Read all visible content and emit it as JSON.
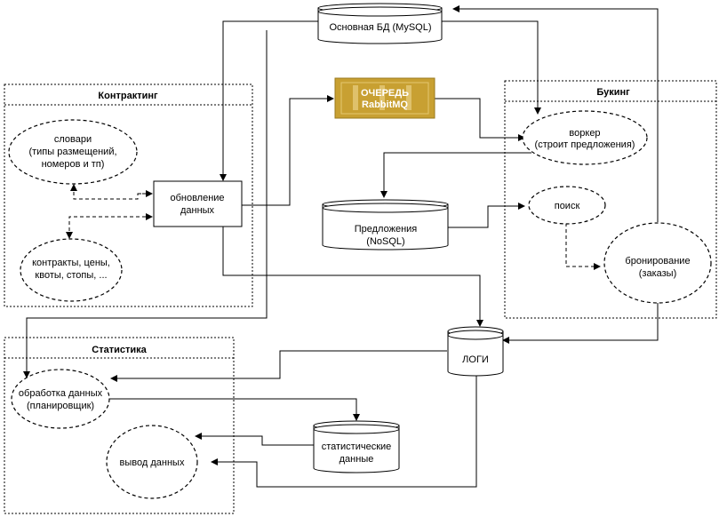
{
  "groups": {
    "contracting": "Контрактинг",
    "booking": "Букинг",
    "statistics": "Статистика"
  },
  "databases": {
    "main_db": [
      "Основная БД (MySQL)"
    ],
    "offers": [
      "Предложения",
      "(NoSQL)"
    ],
    "logs": [
      "ЛОГИ"
    ],
    "stat_data": [
      "статистические",
      "данные"
    ]
  },
  "queue": [
    "ОЧЕРЕДЬ",
    "RabbitMQ"
  ],
  "process": {
    "update": [
      "обновление",
      "данных"
    ]
  },
  "ellipses": {
    "dictionaries": [
      "словари",
      "(типы размещений,",
      "номеров и тп)"
    ],
    "contracts": [
      "контракты, цены,",
      "квоты, стопы, ..."
    ],
    "worker": [
      "воркер",
      "(строит предложения)"
    ],
    "search": [
      "поиск"
    ],
    "booking": [
      "бронирование",
      "(заказы)"
    ],
    "processing": [
      "обработка данных",
      "(планировщик)"
    ],
    "output": [
      "вывод данных"
    ]
  },
  "colors": {
    "queue_fill": "#c8a032",
    "queue_border": "#9a7a1e",
    "line": "#000000"
  }
}
